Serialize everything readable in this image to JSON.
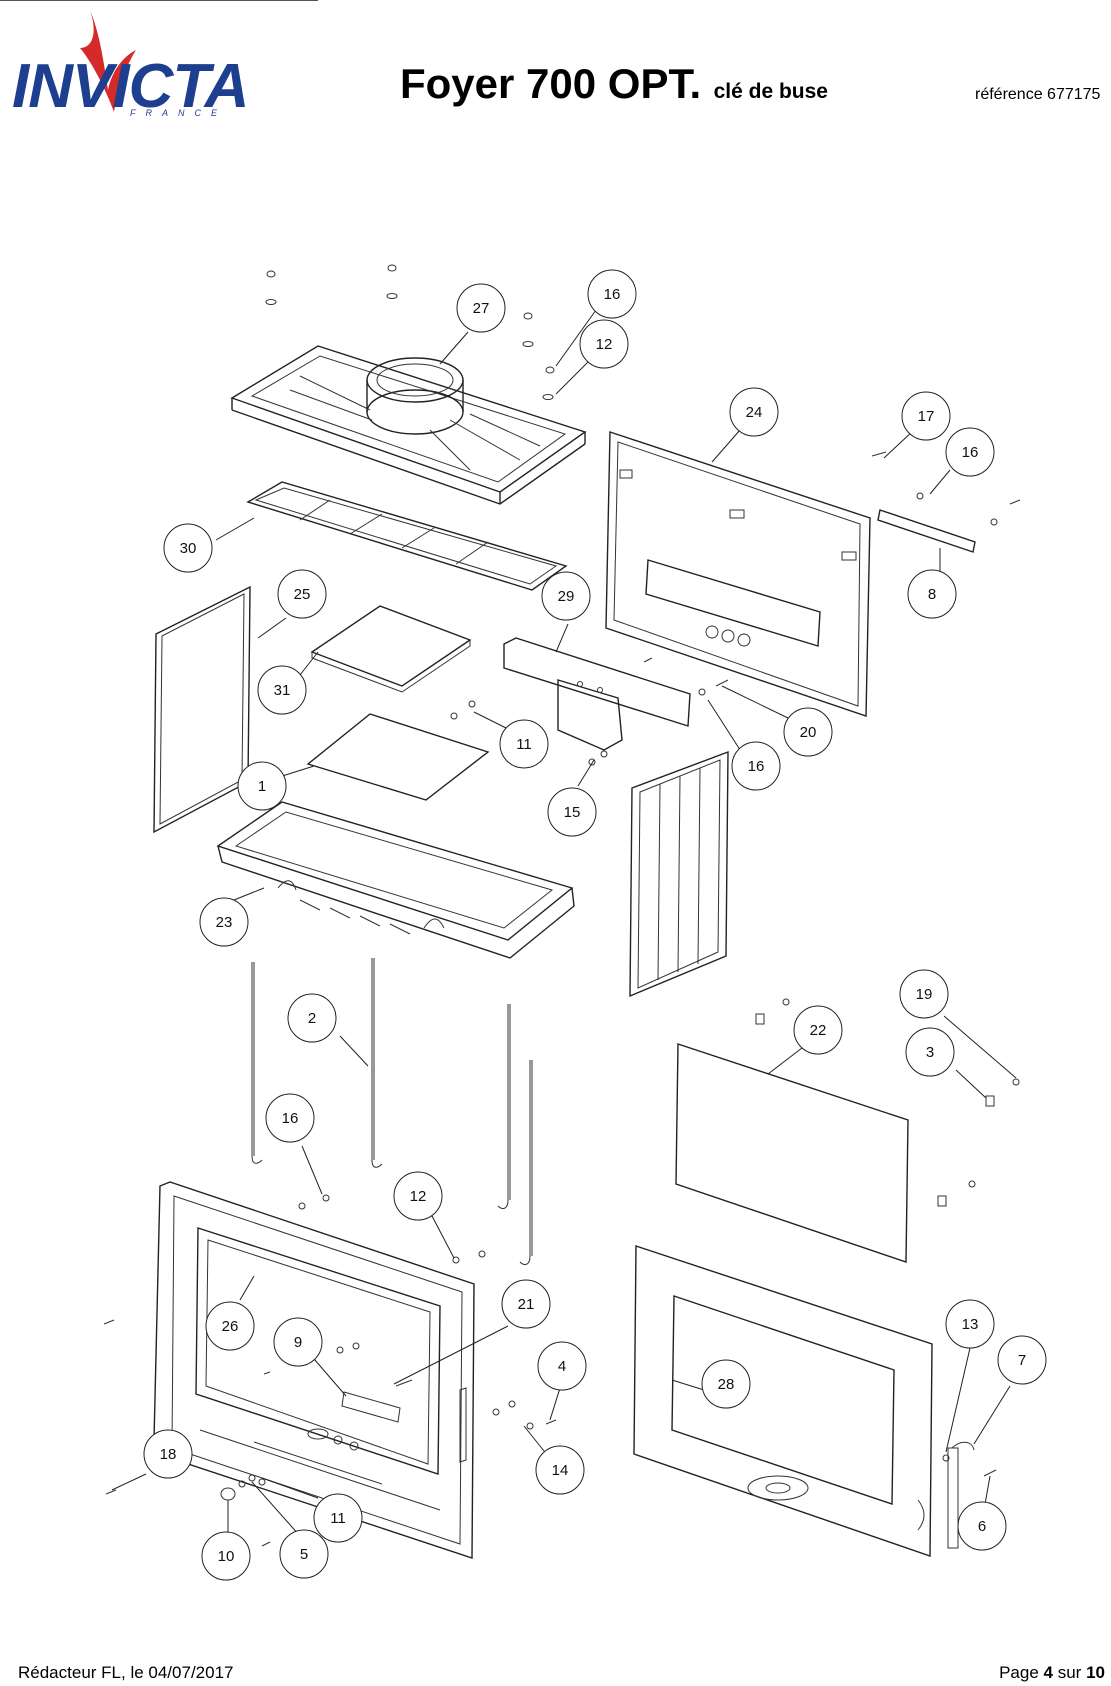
{
  "header": {
    "brand": "INVICTA",
    "brand_sub": "FRANCE",
    "title": "Foyer  700 OPT.",
    "subtitle": "clé de buse",
    "reference": "référence 677175"
  },
  "diagram": {
    "callouts": [
      "27",
      "16",
      "12",
      "24",
      "17",
      "16",
      "30",
      "8",
      "25",
      "29",
      "31",
      "20",
      "11",
      "16",
      "1",
      "15",
      "23",
      "19",
      "2",
      "22",
      "3",
      "16",
      "12",
      "21",
      "26",
      "9",
      "4",
      "13",
      "7",
      "28",
      "18",
      "14",
      "11",
      "6",
      "5",
      "10"
    ]
  },
  "footer": {
    "author": "Rédacteur FL, le 04/07/2017",
    "page_prefix": "Page",
    "page_current": "4",
    "page_mid": "sur",
    "page_total": "10"
  },
  "colors": {
    "brand_blue": "#1e3f8f",
    "brand_red": "#d42a2a",
    "line": "#222222"
  }
}
